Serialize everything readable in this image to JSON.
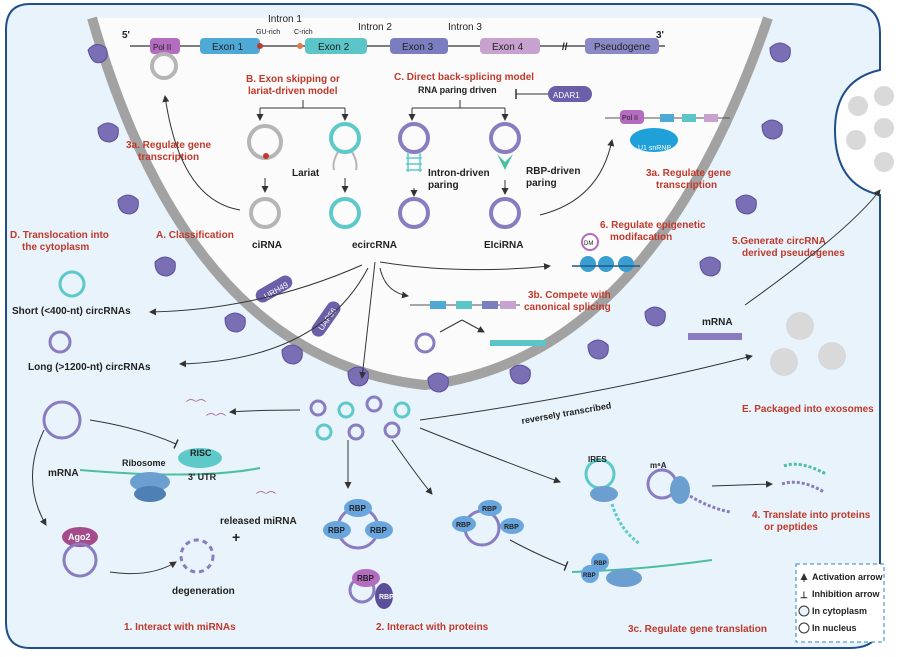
{
  "gene": {
    "five_prime": "5'",
    "three_prime": "3'",
    "pol2": "Pol II",
    "exon1": "Exon 1",
    "exon2": "Exon 2",
    "exon3": "Exon 3",
    "exon4": "Exon 4",
    "pseudogene": "Pseudogene",
    "intron1": "Intron 1",
    "intron2": "Intron 2",
    "intron3": "Intron 3",
    "gu_rich": "GU-rich",
    "c_rich": "C-rich",
    "break_mark": "//"
  },
  "classification": {
    "b_title_line1": "B. Exon skipping or",
    "b_title_line2": "lariat-driven model",
    "c_title_line1": "C. Direct back-splicing model",
    "c_title_line2": "RNA paring driven",
    "adar1": "ADAR1",
    "lariat": "Lariat",
    "intron_driven_1": "Intron-driven",
    "intron_driven_2": "paring",
    "rbp_driven_1": "RBP-driven",
    "rbp_driven_2": "paring",
    "a_label": "A. Classification",
    "cirna": "ciRNA",
    "ecircrna": "ecircRNA",
    "elcirna": "EIciRNA"
  },
  "nucleus_functions": {
    "f3a_left_1": "3a. Regulate gene",
    "f3a_left_2": "transcription",
    "f3a_right_1": "3a. Regulate gene",
    "f3a_right_2": "transcription",
    "pol2_right": "Pol II",
    "u1": "U1 snRNP",
    "f6_1": "6. Regulate epigenetic",
    "f6_2": "modifacation",
    "dm": "DM",
    "f3b_1": "3b. Compete with",
    "f3b_2": "canonical splicing",
    "f5_1": "5.Generate circRNA",
    "f5_2": "derived pseudogenes"
  },
  "translocation": {
    "d_1": "D. Translocation  into",
    "d_2": "the cytoplasm",
    "urh49": "URH49",
    "uap56": "UAP56",
    "short": "Short (<400-nt) circRNAs",
    "long": "Long (>1200-nt) circRNAs"
  },
  "cytoplasm": {
    "mrna_right": "mRNA",
    "reversely": "reversely transcribed",
    "e_label": "E. Packaged into exosomes",
    "mrna_left": "mRNA",
    "ribosome": "Ribosome",
    "risc": "RISC",
    "utr": "3'  UTR",
    "ago2": "Ago2",
    "released": "released miRNA",
    "plus": "+",
    "degeneration": "degeneration",
    "f1": "1. Interact with miRNAs",
    "rbp": "RBP",
    "f2": "2. Interact with proteins",
    "ires": "IRES",
    "m6a": "m⁶A",
    "f4_1": "4. Translate into proteins",
    "f4_2": "or peptides",
    "f3c": "3c. Regulate gene translation"
  },
  "legend": {
    "activation": "Activation arrow",
    "inhibition": "Inhibition arrow",
    "cytoplasm": "In cytoplasm",
    "nucleus": "In nucleus"
  },
  "colors": {
    "cell_fill": "#e8f3fb",
    "nucleus_fill": "#fbfbfb",
    "membrane": "#a2a2a2",
    "pore": "#7a6fb5",
    "exon1": "#4fa9d6",
    "exon2": "#5cc5c8",
    "exon3": "#7a7ec0",
    "exon4": "#c8a2cf",
    "pseudogene": "#8a88c6",
    "accent_red": "#c0392b",
    "cyan_ring": "#5ec9c9",
    "purple_ring": "#8a7cc0",
    "gray_ring": "#b5b5b5"
  }
}
